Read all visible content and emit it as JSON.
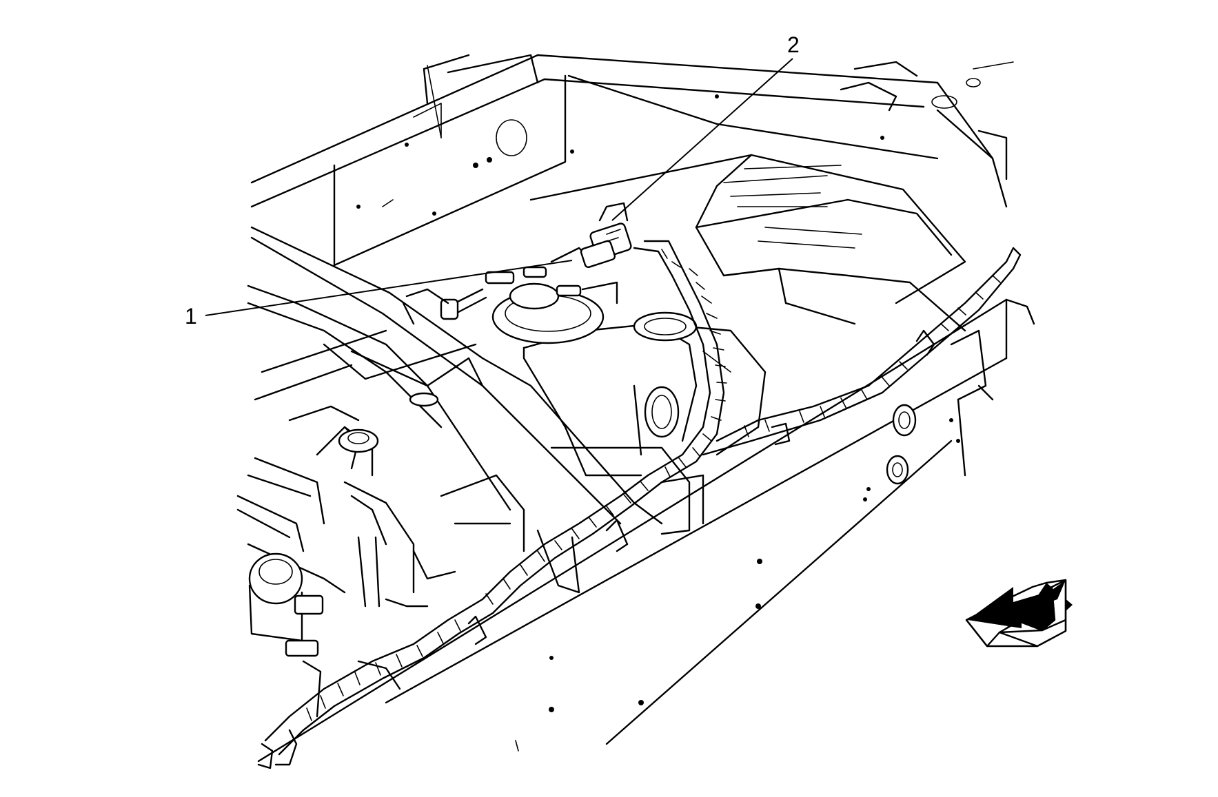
{
  "callouts": [
    {
      "id": "1",
      "label": "1"
    },
    {
      "id": "2",
      "label": "2"
    }
  ],
  "icons": {
    "direction": "front-direction-arrow-icon"
  },
  "colors": {
    "ink": "#000000",
    "paper": "#ffffff"
  }
}
